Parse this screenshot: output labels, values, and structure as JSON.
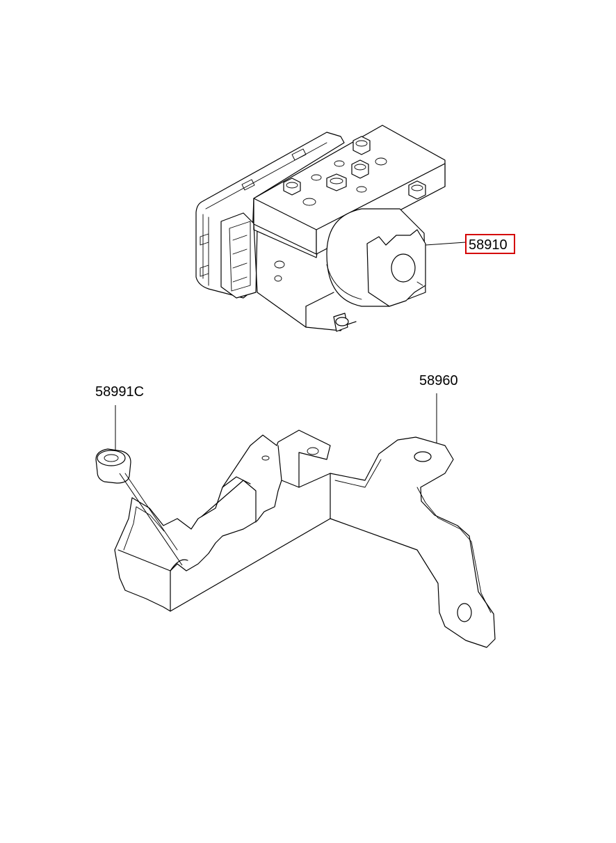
{
  "parts": [
    {
      "id": "abs_unit",
      "label": "58910",
      "highlighted": true
    },
    {
      "id": "bracket",
      "label": "58960",
      "highlighted": false
    },
    {
      "id": "bushing",
      "label": "58991C",
      "highlighted": false
    }
  ],
  "colors": {
    "line": "#000000",
    "highlight": "#d40000",
    "background": "#ffffff"
  }
}
